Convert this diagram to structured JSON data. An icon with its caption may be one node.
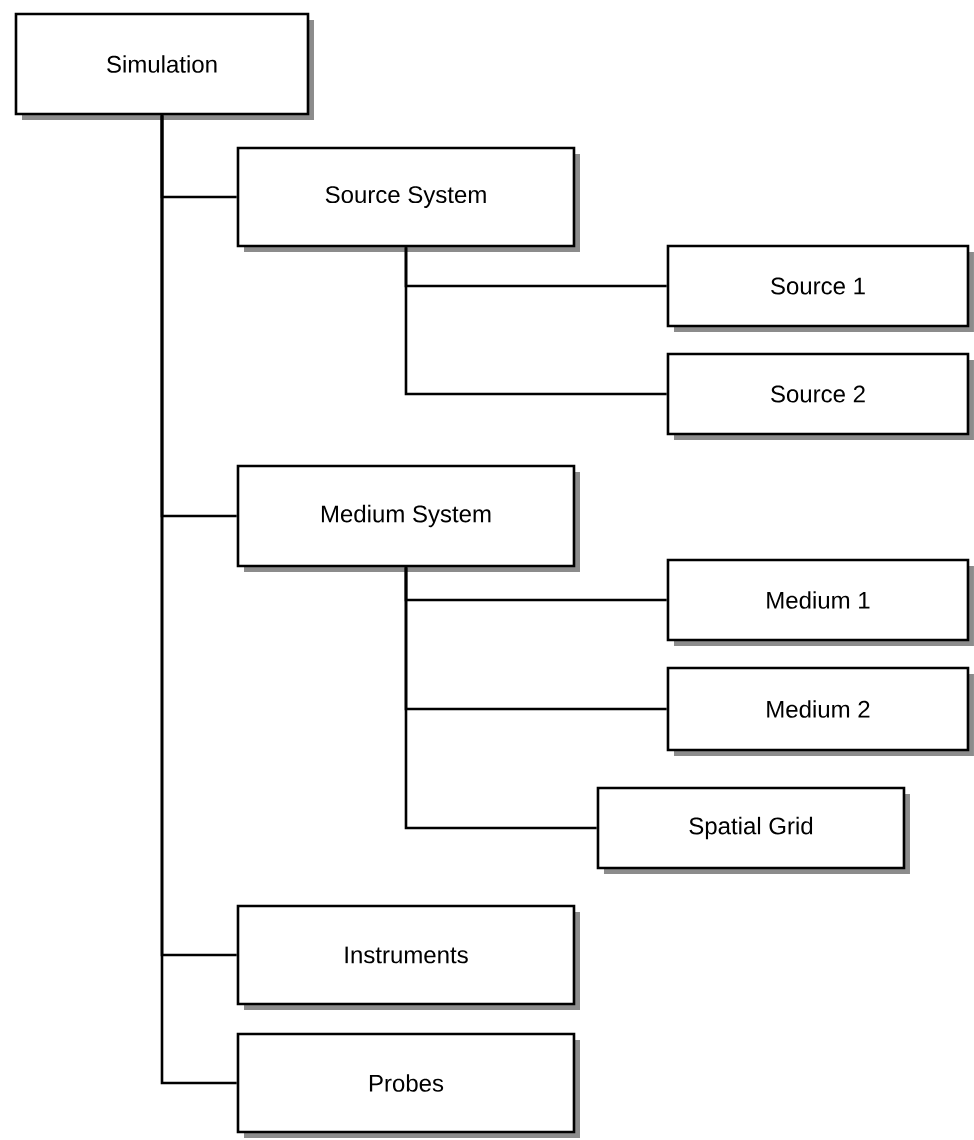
{
  "diagram": {
    "nodes": [
      {
        "text": [
          "Simulation"
        ]
      },
      {
        "text": [
          "Source System"
        ]
      },
      {
        "text": [
          "Source 1"
        ]
      },
      {
        "text": [
          "Source 2"
        ]
      },
      {
        "text": [
          "Medium System"
        ]
      },
      {
        "text": [
          "Medium 1"
        ]
      },
      {
        "text": [
          "Medium 2"
        ]
      },
      {
        "text": [
          "Spatial Grid"
        ]
      },
      {
        "text": [
          "Instruments"
        ]
      },
      {
        "text": [
          "Probes"
        ]
      }
    ],
    "edges": [
      {
        "from": 0,
        "to": 1,
        "arrow": "none"
      },
      {
        "from": 1,
        "to": 2,
        "arrow": "none"
      },
      {
        "from": 1,
        "to": 3,
        "arrow": "none"
      },
      {
        "from": 0,
        "to": 4,
        "arrow": "none"
      },
      {
        "from": 4,
        "to": 5,
        "arrow": "none"
      },
      {
        "from": 4,
        "to": 6,
        "arrow": "none"
      },
      {
        "from": 4,
        "to": 7,
        "arrow": "none"
      },
      {
        "from": 0,
        "to": 8,
        "arrow": "none"
      },
      {
        "from": 0,
        "to": 9,
        "arrow": "none"
      }
    ]
  }
}
